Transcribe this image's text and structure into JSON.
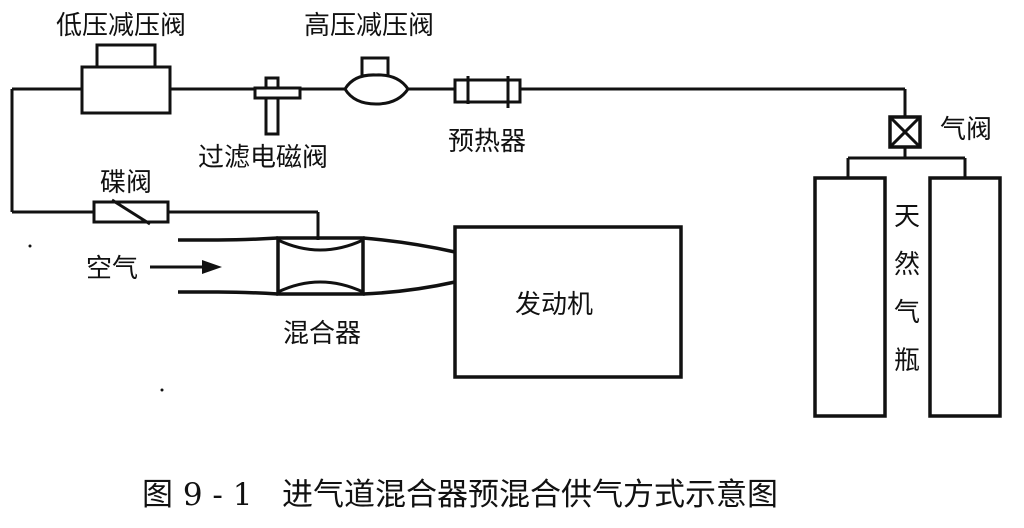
{
  "labels": {
    "low_pressure_regulator": "低压减压阀",
    "high_pressure_regulator": "高压减压阀",
    "filter_solenoid_valve": "过滤电磁阀",
    "preheater": "预热器",
    "gas_valve": "气阀",
    "butterfly_valve": "碟阀",
    "air": "空气",
    "mixer": "混合器",
    "engine": "发动机",
    "gas_cylinder_chars": [
      "天",
      "然",
      "气",
      "瓶"
    ]
  },
  "caption": "图 9 - 1   进气道混合器预混合供气方式示意图",
  "colors": {
    "ink": "#111111",
    "background": "#ffffff"
  }
}
